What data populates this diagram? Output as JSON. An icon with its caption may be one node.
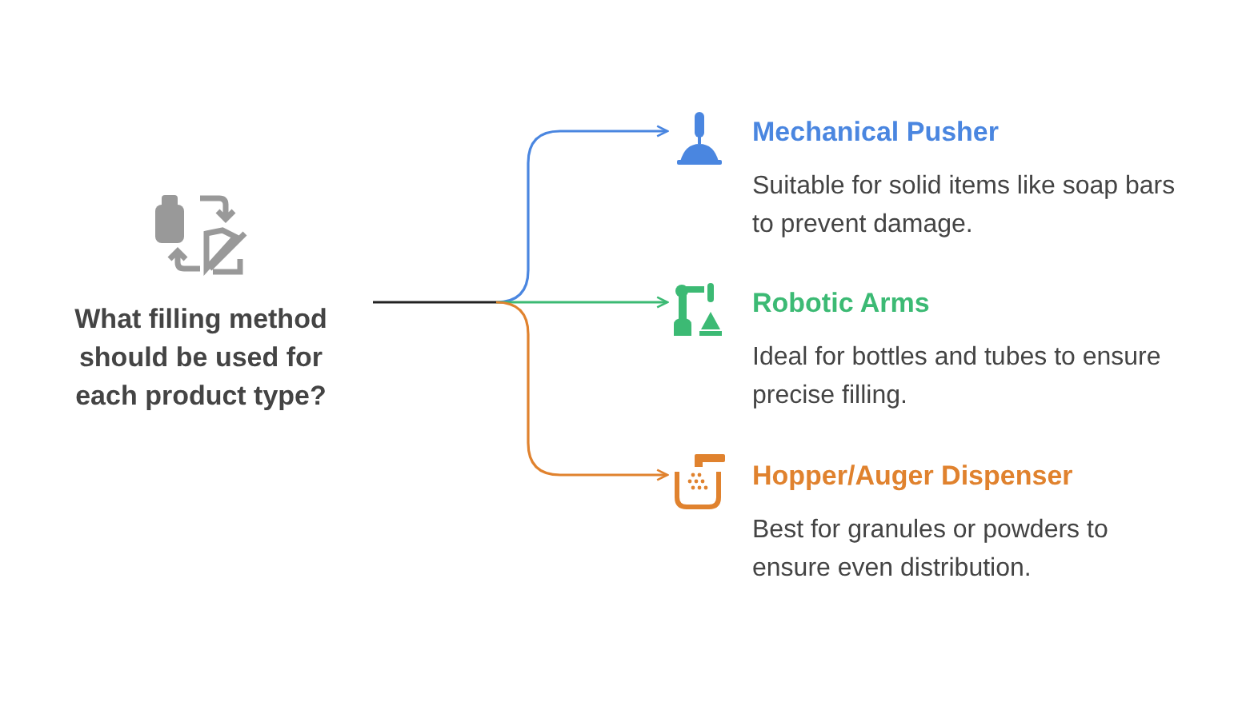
{
  "diagram": {
    "nodes": [
      {
        "text": [
          "What filling method should be used for each product type?"
        ]
      },
      {
        "text": [
          "Mechanical Pusher",
          "Suitable for solid items like soap bars to prevent damage."
        ]
      },
      {
        "text": [
          "Robotic Arms",
          "Ideal for bottles and tubes to ensure precise filling."
        ]
      },
      {
        "text": [
          "Hopper/Auger Dispenser",
          "Best for granules or powders to ensure even distribution."
        ]
      }
    ],
    "edges": [
      {
        "from": 0,
        "to": 1,
        "arrow": "to",
        "color": "#4a86e0"
      },
      {
        "from": 0,
        "to": 2,
        "arrow": "to",
        "color": "#3cba74"
      },
      {
        "from": 0,
        "to": 3,
        "arrow": "to",
        "color": "#e0822e"
      }
    ]
  }
}
